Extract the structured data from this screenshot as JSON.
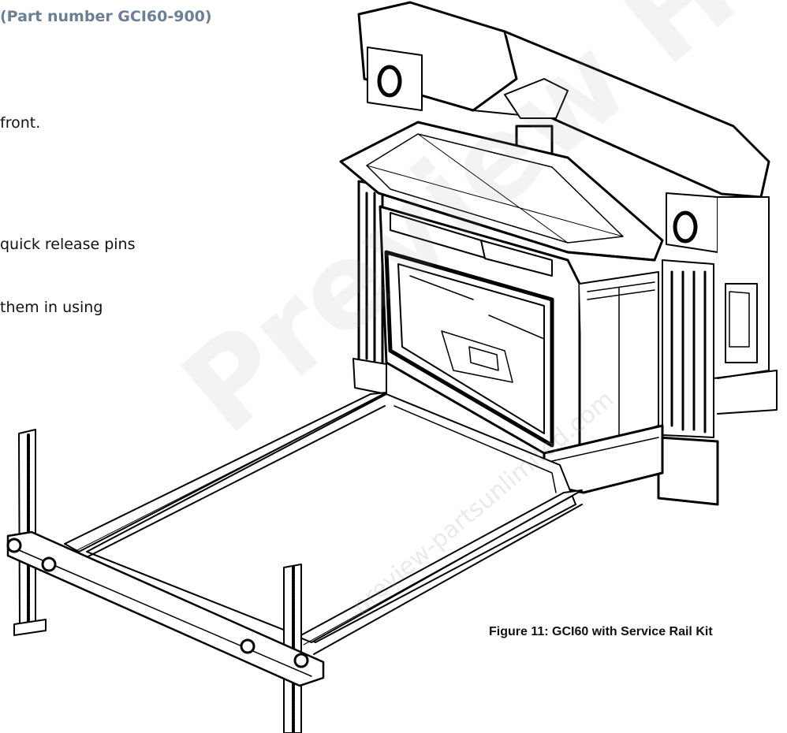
{
  "document": {
    "heading": "(Part number GCI60-900)",
    "lines": [
      "front.",
      "quick release pins",
      "them in using"
    ],
    "figure_caption": "Figure 11: GCI60 with Service Rail Kit"
  },
  "watermark": {
    "large": "Preview Hearth Products",
    "small": "preview-partsunlimited.com"
  }
}
